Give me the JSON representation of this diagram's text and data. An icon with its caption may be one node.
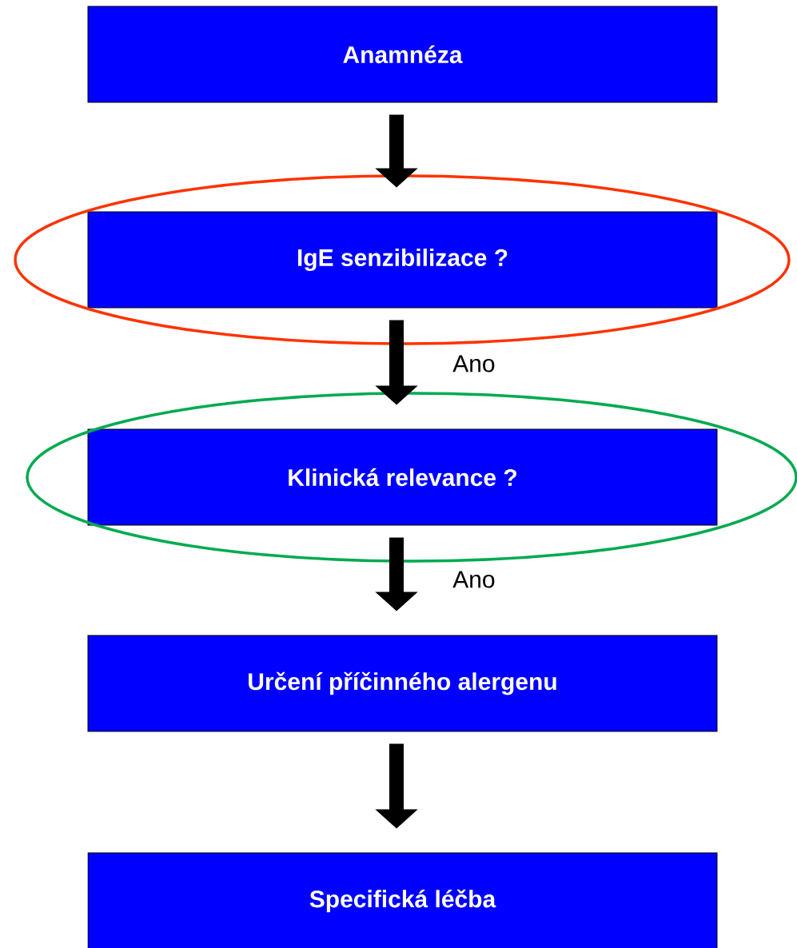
{
  "diagram": {
    "nodes": [
      {
        "text": [
          "Anamnéza"
        ]
      },
      {
        "text": [
          "IgE senzibilizace ?"
        ]
      },
      {
        "text": [
          "Klinická relevance ?"
        ]
      },
      {
        "text": [
          "Určení příčinného alergenu"
        ]
      },
      {
        "text": [
          "Specifická léčba"
        ]
      }
    ],
    "edges": [
      {
        "from": 0,
        "to": 1,
        "arrow": "to"
      },
      {
        "from": 1,
        "to": 2,
        "arrow": "to",
        "label": "Ano"
      },
      {
        "from": 2,
        "to": 3,
        "arrow": "to",
        "label": "Ano"
      },
      {
        "from": 3,
        "to": 4,
        "arrow": "to"
      }
    ]
  }
}
